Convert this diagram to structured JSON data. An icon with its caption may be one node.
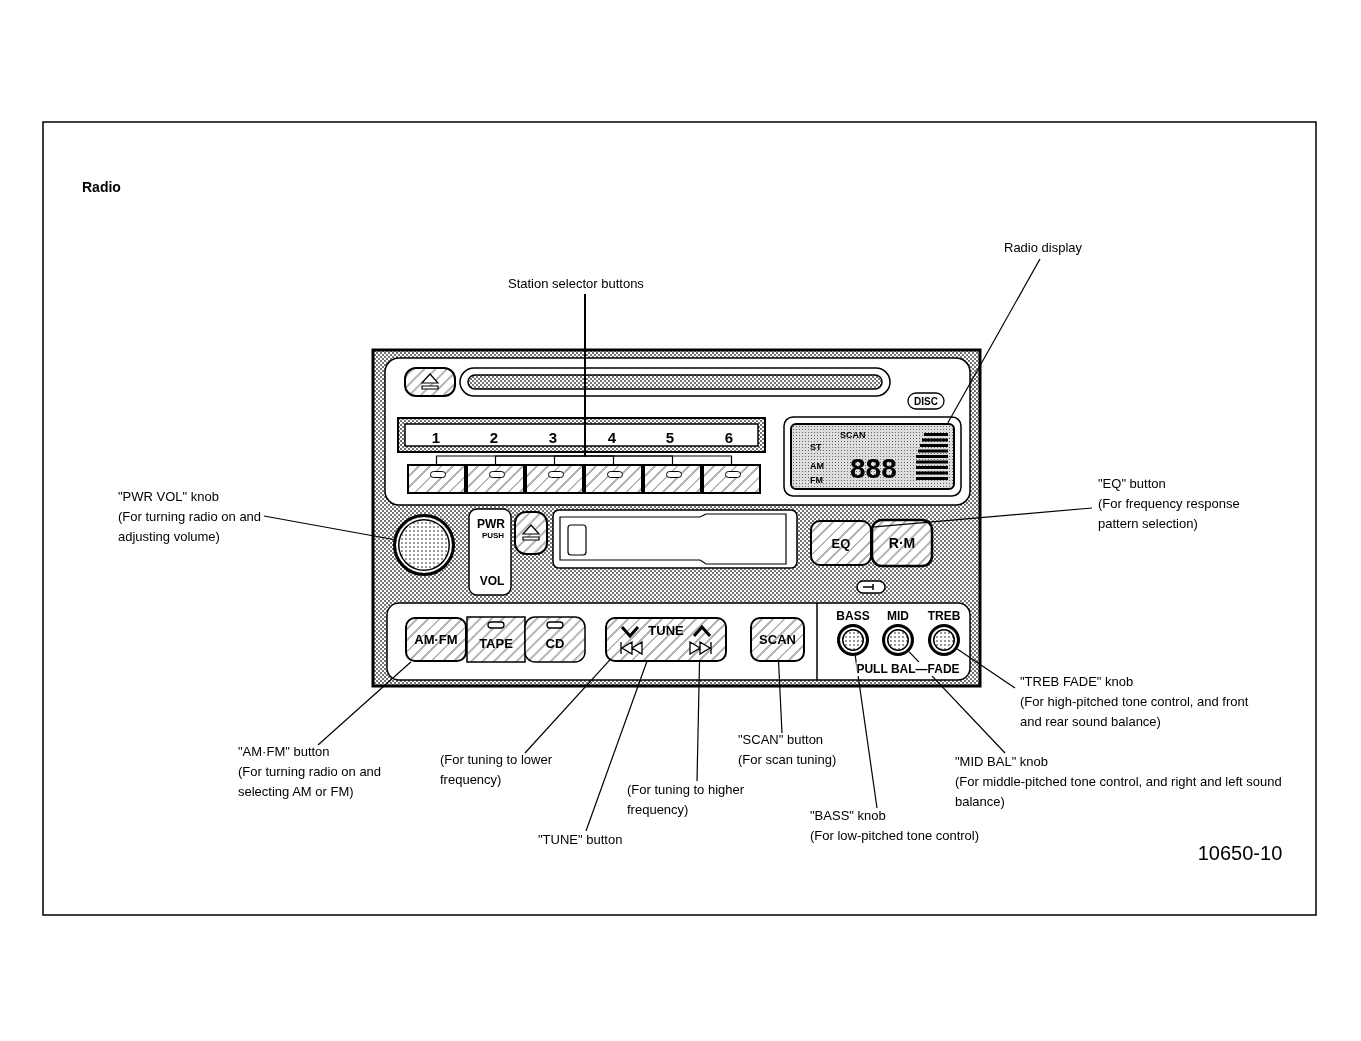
{
  "diagram": {
    "title": "Radio",
    "nodes": [
      {
        "text": [
          "Station selector buttons"
        ]
      },
      {
        "text": [
          "Radio display"
        ]
      },
      {
        "text": [
          "\"PWR VOL\" knob",
          "(For turning radio on and adjusting volume)"
        ]
      },
      {
        "text": [
          "\"EQ\" button",
          "(For frequency response pattern selection)"
        ]
      },
      {
        "text": [
          "\"TREB FADE\" knob",
          "(For high-pitched tone control, and front and rear sound balance)"
        ]
      },
      {
        "text": [
          "\"MID BAL\" knob",
          "(For middle-pitched tone control, and right and left sound balance)"
        ]
      },
      {
        "text": [
          "\"BASS\" knob",
          "(For low-pitched tone control)"
        ]
      },
      {
        "text": [
          "\"SCAN\" button",
          "(For scan tuning)"
        ]
      },
      {
        "text": [
          "(For tuning to higher frequency)"
        ]
      },
      {
        "text": [
          "\"TUNE\" button"
        ]
      },
      {
        "text": [
          "(For tuning to lower frequency)"
        ]
      },
      {
        "text": [
          "\"AM·FM\" button",
          "(For turning radio on and selecting AM or FM)"
        ]
      },
      {
        "text": [],
        "shape": "box"
      },
      {
        "text": [],
        "shape": "box"
      },
      {
        "text": [],
        "shape": "box"
      },
      {
        "text": [],
        "shape": "box"
      },
      {
        "text": [],
        "shape": "box"
      },
      {
        "text": [],
        "shape": "box"
      },
      {
        "text": [
          "SCAN",
          "ST",
          "AM",
          "FM",
          "888"
        ]
      },
      {
        "text": [],
        "shape": "circle",
        "beside": [
          "PWR",
          "PUSH",
          "VOL"
        ]
      },
      {
        "text": [
          "EQ"
        ]
      },
      {
        "text": [],
        "shape": "circle",
        "beside": [
          "TREB"
        ]
      },
      {
        "text": [],
        "shape": "circle",
        "beside": [
          "MID"
        ]
      },
      {
        "text": [],
        "shape": "circle",
        "beside": [
          "BASS"
        ]
      },
      {
        "text": [
          "SCAN"
        ]
      },
      {
        "text": [
          "TUNE"
        ]
      },
      {
        "text": [],
        "shape": "chevron",
        "in": 25
      },
      {
        "text": [],
        "shape": "chevron",
        "in": 25
      },
      {
        "text": [
          "AM·FM"
        ]
      }
    ],
    "edges": [
      {
        "from": 0,
        "to": 12,
        "arrow": "none"
      },
      {
        "from": 0,
        "to": 13,
        "arrow": "none"
      },
      {
        "from": 0,
        "to": 14,
        "arrow": "none"
      },
      {
        "from": 0,
        "to": 15,
        "arrow": "none"
      },
      {
        "from": 0,
        "to": 16,
        "arrow": "none"
      },
      {
        "from": 0,
        "to": 17,
        "arrow": "none"
      },
      {
        "from": 1,
        "to": 18,
        "arrow": "none"
      },
      {
        "from": 2,
        "to": 19,
        "arrow": "none"
      },
      {
        "from": 3,
        "to": 20,
        "arrow": "none"
      },
      {
        "from": 4,
        "to": 21,
        "arrow": "none"
      },
      {
        "from": 5,
        "to": 22,
        "arrow": "none"
      },
      {
        "from": 6,
        "to": 23,
        "arrow": "none"
      },
      {
        "from": 7,
        "to": 24,
        "arrow": "none"
      },
      {
        "from": 8,
        "to": 27,
        "arrow": "none"
      },
      {
        "from": 9,
        "to": 25,
        "arrow": "none"
      },
      {
        "from": 10,
        "to": 26,
        "arrow": "none"
      },
      {
        "from": 11,
        "to": 28,
        "arrow": "none"
      }
    ],
    "labels": [
      "1",
      "2",
      "3",
      "4",
      "5",
      "6",
      "DISC",
      "TAPE",
      "CD",
      "R·M",
      "PULL BAL—FADE",
      "10650-10"
    ]
  }
}
